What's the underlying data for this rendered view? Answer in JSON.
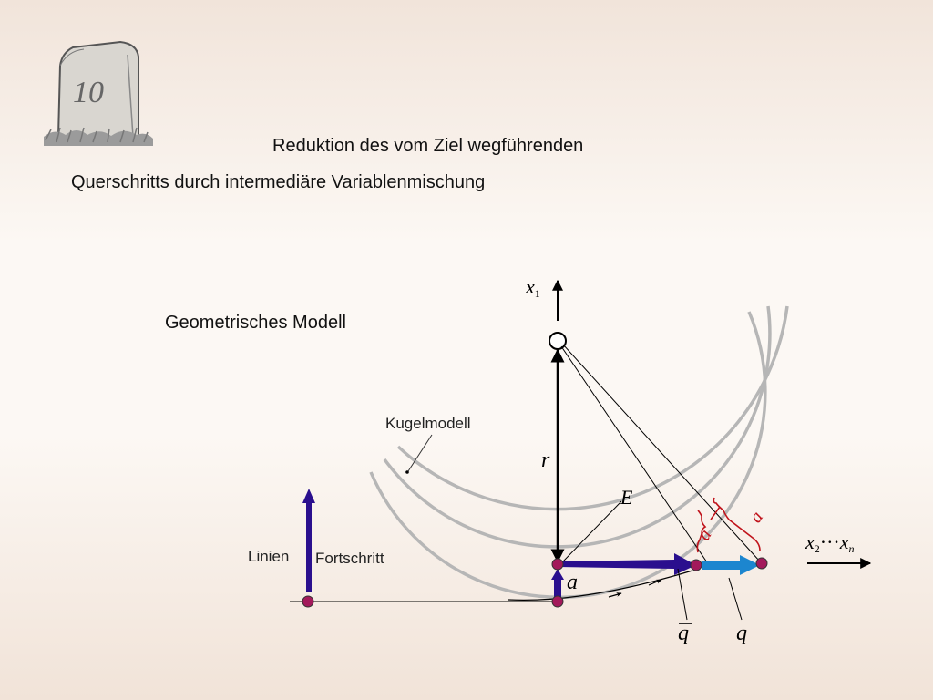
{
  "slide": {
    "number": "10",
    "title_line1": "Reduktion des vom Ziel wegführenden",
    "title_line2": "Querschritts durch intermediäre Variablenmischung",
    "subtitle": "Geometrisches Modell"
  },
  "diagram": {
    "axis_x1": "x",
    "axis_x1_sub": "1",
    "axis_x2": "x",
    "axis_x2_sub": "2",
    "axis_dots": "···",
    "axis_xn": "x",
    "axis_xn_sub": "n",
    "label_kugelmodell": "Kugelmodell",
    "label_r": "r",
    "label_E": "E",
    "label_a_bottom": "a",
    "label_a_red_outer": "a",
    "label_a_red_inner": "a",
    "label_qbar": "q",
    "label_q": "q",
    "label_linien": "Linien",
    "label_fortschritt": "Fortschritt"
  },
  "colors": {
    "dark_blue": "#2a0f8e",
    "light_blue": "#1c86cf",
    "dot_fill": "#a3195b",
    "red": "#c0141c",
    "circle_gray": "#b6b6b6"
  }
}
